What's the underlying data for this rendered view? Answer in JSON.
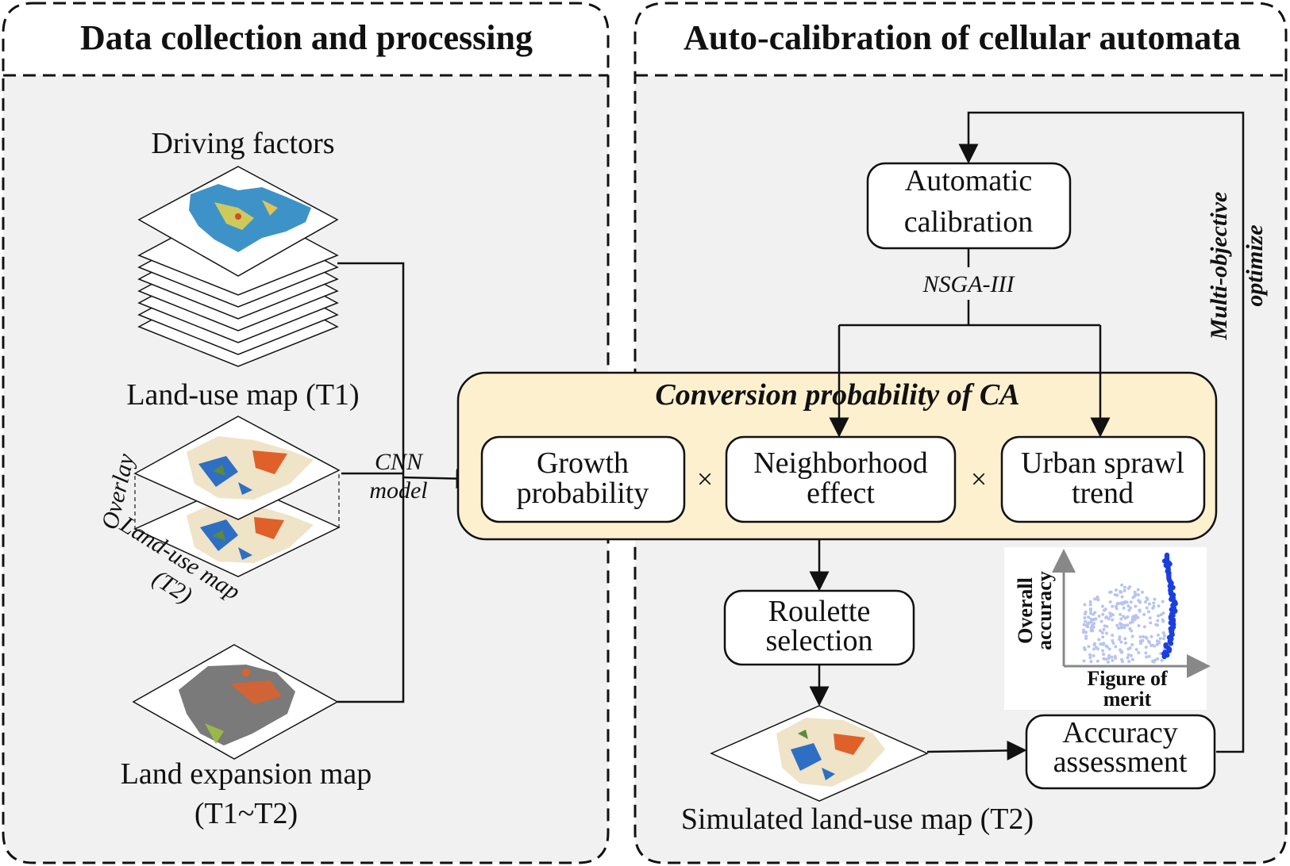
{
  "panels": {
    "left_title": "Data collection and processing",
    "right_title": "Auto-calibration of cellular automata"
  },
  "left": {
    "driving_factors": "Driving factors",
    "landuse_t1": "Land-use map (T1)",
    "overlay": "Overlay",
    "landuse_t2_line1": "Land-use map",
    "landuse_t2_line2": "(T2)",
    "expansion_line1": "Land expansion map",
    "expansion_line2": "(T1~T2)",
    "cnn_line1": "CNN",
    "cnn_line2": "model"
  },
  "right": {
    "auto_cal_line1": "Automatic",
    "auto_cal_line2": "calibration",
    "nsga": "NSGA-III",
    "multi_line1": "Multi-objective",
    "multi_line2": "optimize",
    "conversion_title": "Conversion probability of  CA",
    "growth_line1": "Growth",
    "growth_line2": "probability",
    "times1": "×",
    "neigh_line1": "Neighborhood",
    "neigh_line2": "effect",
    "times2": "×",
    "sprawl_line1": "Urban sprawl",
    "sprawl_line2": "trend",
    "roulette_line1": "Roulette",
    "roulette_line2": "selection",
    "simulated": "Simulated land-use map (T2)",
    "accuracy_line1": "Accuracy",
    "accuracy_line2": "assessment",
    "scatter_y_line1": "Overall",
    "scatter_y_line2": "accuracy",
    "scatter_x_line1": "Figure of",
    "scatter_x_line2": "merit"
  },
  "colors": {
    "panel_bg": "#f1f1f1",
    "conversion_bg": "#fcf0cf",
    "stroke": "#111111",
    "map_blue": "#2e6fc4",
    "map_orange": "#e0602a",
    "map_beige": "#efe3c8",
    "scatter_dark": "#1a3fe0",
    "scatter_light": "#b8c4ef"
  }
}
